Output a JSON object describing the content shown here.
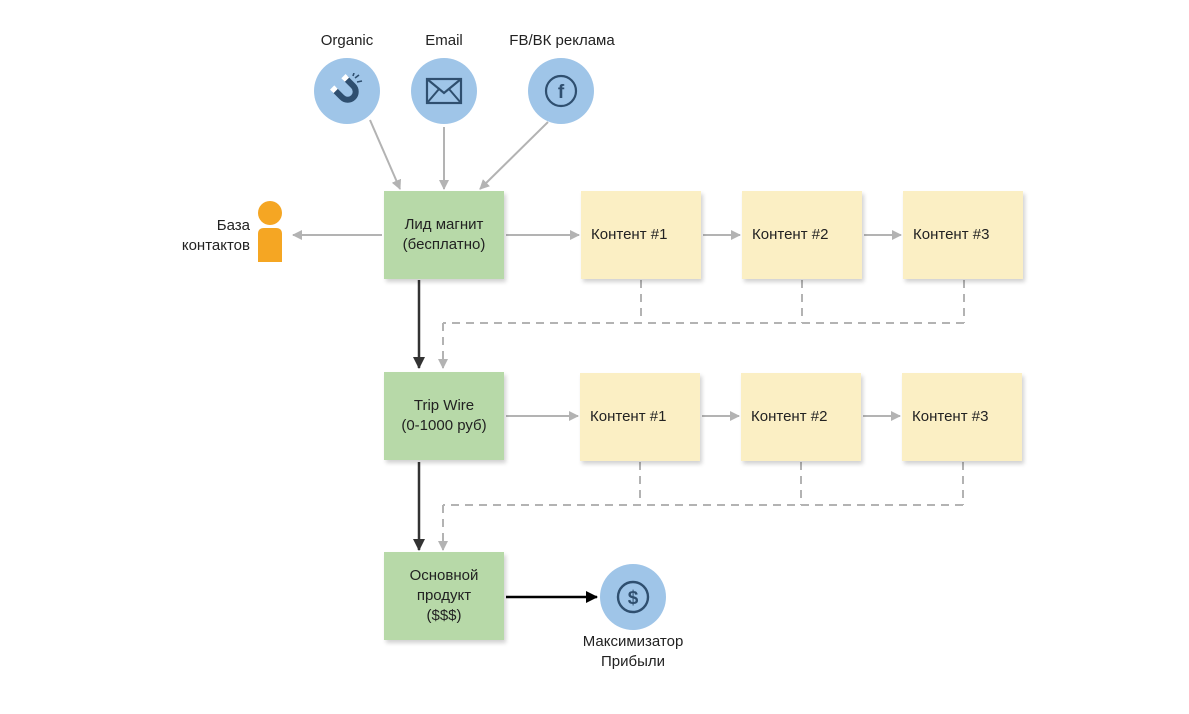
{
  "sources": [
    {
      "label": "Organic",
      "icon": "magnet-icon"
    },
    {
      "label": "Email",
      "icon": "envelope-icon"
    },
    {
      "label": "FB/ВК реклама",
      "icon": "facebook-icon"
    }
  ],
  "contacts": {
    "label": "База\nконтактов",
    "icon": "person-icon",
    "color": "#f5a623"
  },
  "stages": [
    {
      "label": "Лид магнит\n(бесплатно)"
    },
    {
      "label": "Trip Wire\n(0-1000 руб)"
    },
    {
      "label": "Основной\nпродукт\n($$$)"
    }
  ],
  "content_rows": [
    [
      "Контент #1",
      "Контент #2",
      "Контент #3"
    ],
    [
      "Контент #1",
      "Контент #2",
      "Контент #3"
    ]
  ],
  "result": {
    "label": "Максимизатор\nПрибыли",
    "icon": "dollar-icon"
  },
  "colors": {
    "stage_fill": "#b7d9a8",
    "content_fill": "#fbefc4",
    "icon_circle": "#9fc5e8",
    "icon_stroke": "#2f4f6f",
    "gray_arrow": "#b3b3b3",
    "dark_arrow": "#333333"
  }
}
